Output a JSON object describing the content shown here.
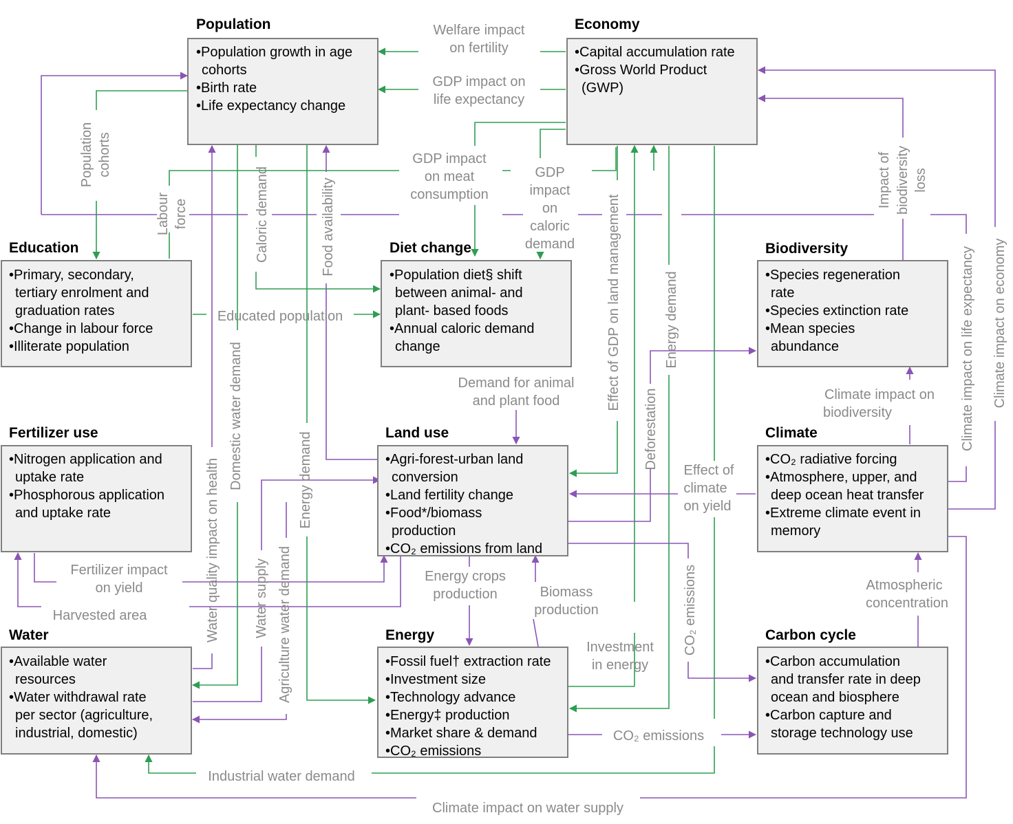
{
  "colors": {
    "box_fill": "#f0f0f0",
    "box_border": "#7f7f7f",
    "green_arrow": "#2e9e52",
    "purple_arrow": "#8a55b5",
    "label_gray": "#8a8a8a"
  },
  "modules": {
    "population": {
      "title": "Population",
      "items": [
        "•Population growth in age",
        "cohorts",
        "•Birth rate",
        "•Life expectancy change"
      ]
    },
    "economy": {
      "title": "Economy",
      "items": [
        "•Capital accumulation rate",
        "•Gross World Product",
        "(GWP)"
      ]
    },
    "education": {
      "title": "Education",
      "items": [
        "•Primary, secondary,",
        "tertiary enrolment and",
        "graduation rates",
        "•Change in labour force",
        "•Illiterate population"
      ]
    },
    "diet": {
      "title": "Diet change",
      "items": [
        "•Population diet§ shift",
        "between animal- and",
        "plant- based foods",
        "•Annual caloric demand",
        "change"
      ]
    },
    "biodiversity": {
      "title": "Biodiversity",
      "items": [
        "•Species regeneration",
        "rate",
        "•Species extinction rate",
        "•Mean species",
        "abundance"
      ]
    },
    "fertilizer": {
      "title": "Fertilizer use",
      "items": [
        "•Nitrogen application and",
        "uptake rate",
        "•Phosphorous application",
        "and uptake rate"
      ]
    },
    "landuse": {
      "title": "Land use",
      "items": [
        "•Agri-forest-urban land",
        "conversion",
        "•Land fertility change",
        "•Food*/biomass",
        "production",
        "•CO₂ emissions from land"
      ]
    },
    "climate": {
      "title": "Climate",
      "items": [
        "•CO₂ radiative forcing",
        "•Atmosphere, upper, and",
        "deep ocean heat transfer",
        "•Extreme climate event in",
        "memory"
      ]
    },
    "water": {
      "title": "Water",
      "items": [
        "•Available water",
        "resources",
        "•Water withdrawal rate",
        "per sector (agriculture,",
        "industrial, domestic)"
      ]
    },
    "energy": {
      "title": "Energy",
      "items": [
        "•Fossil fuel† extraction rate",
        "•Investment size",
        "•Technology advance",
        "•Energy‡ production",
        "•Market share & demand",
        "•CO₂ emissions"
      ]
    },
    "carbon": {
      "title": "Carbon cycle",
      "items": [
        "•Carbon accumulation",
        "and transfer rate in deep",
        "ocean and biosphere",
        "•Carbon capture and",
        "storage technology use"
      ]
    }
  },
  "links": {
    "welfare_fertility": [
      "Welfare impact",
      "on fertility"
    ],
    "gdp_life": [
      "GDP impact on",
      "life expectancy"
    ],
    "gdp_meat": [
      "GDP impact",
      "on meat",
      "consumption"
    ],
    "gdp_caloric": [
      "GDP",
      "impact",
      "on",
      "caloric",
      "demand"
    ],
    "pop_cohorts": [
      "Population",
      "cohorts"
    ],
    "labour_force": [
      "Labour",
      "force"
    ],
    "caloric_demand": "Caloric demand",
    "food_availability": "Food availability",
    "gdp_land": "Effect of GDP on land management",
    "energy_demand_bio": "Energy demand",
    "biodiversity_loss": [
      "Impact of",
      "biodiversity",
      "loss"
    ],
    "climate_life": "Climate impact on life expectancy",
    "climate_economy": "Climate impact on economy",
    "educated_population": "Educated population",
    "demand_food": [
      "Demand for animal",
      "and plant food"
    ],
    "climate_biodiversity": [
      "Climate impact on",
      "biodiversity"
    ],
    "domestic_water": "Domestic water demand",
    "water_health": "Water quality impact on health",
    "energy_demand_land": "Energy demand",
    "deforestation": "Deforestation",
    "climate_yield": [
      "Effect of",
      "climate",
      "on yield"
    ],
    "fertilizer_yield": [
      "Fertilizer impact",
      "on yield"
    ],
    "harvested_area": "Harvested area",
    "water_supply": "Water supply",
    "agri_water": "Agriculture water demand",
    "energy_crops": [
      "Energy crops",
      "production"
    ],
    "biomass": [
      "Biomass",
      "production"
    ],
    "atmospheric": [
      "Atmospheric",
      "concentration"
    ],
    "investment_energy": [
      "Investment",
      "in energy"
    ],
    "co2_vertical": "CO₂ emissions",
    "co2_energy": "CO₂ emissions",
    "industrial_water": "Industrial water demand",
    "climate_water": "Climate impact on water supply"
  }
}
